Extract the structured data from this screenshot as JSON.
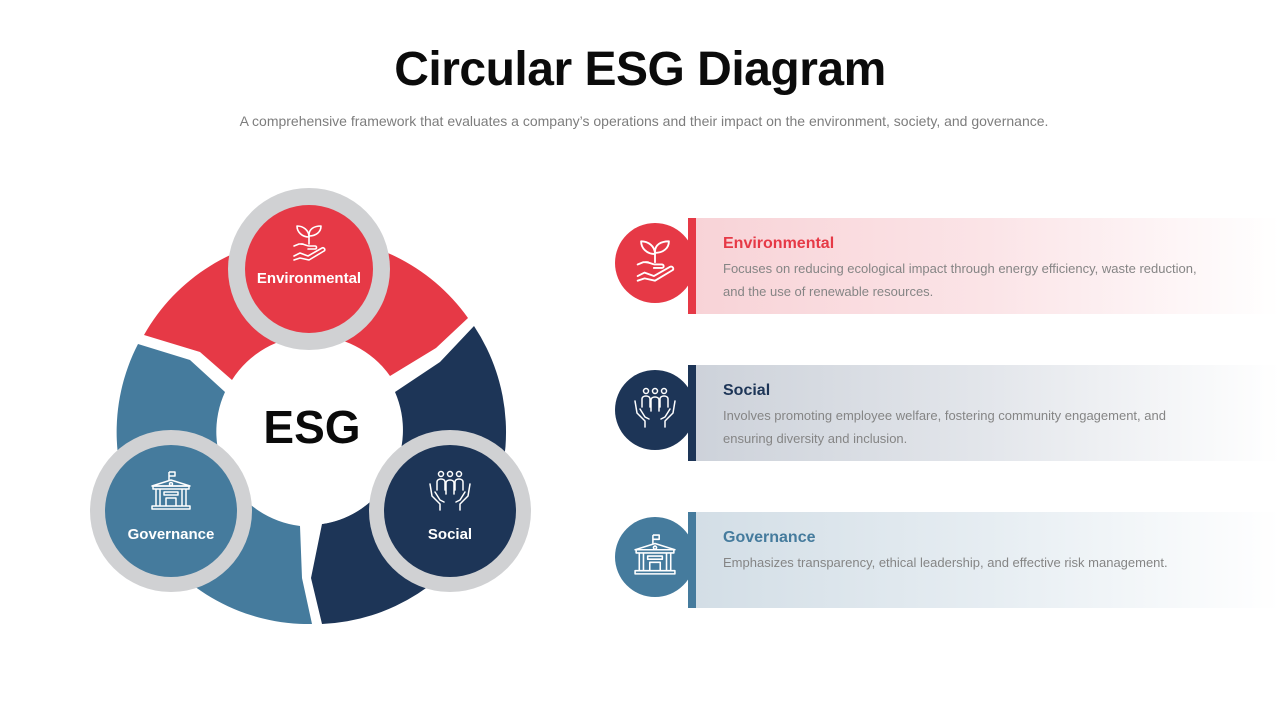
{
  "header": {
    "title": "Circular ESG Diagram",
    "subtitle": "A comprehensive framework that evaluates a company’s operations and their impact on the environment, society, and governance."
  },
  "diagram": {
    "center_label": "ESG",
    "nodes": [
      {
        "label": "Environmental",
        "icon": "plant-in-hand-icon",
        "color": "#E63946"
      },
      {
        "label": "Social",
        "icon": "people-in-hands-icon",
        "color": "#1D3557"
      },
      {
        "label": "Governance",
        "icon": "government-building-icon",
        "color": "#457B9D"
      }
    ],
    "ring_color": "#D0D1D3"
  },
  "cards": [
    {
      "title": "Environmental",
      "description": "Focuses on reducing ecological impact through energy efficiency, waste reduction, and the use of renewable resources.",
      "icon": "plant-in-hand-icon",
      "color": "#E63946",
      "tint": "#F8D3D7"
    },
    {
      "title": "Social",
      "description": "Involves promoting employee welfare, fostering community engagement, and ensuring diversity and inclusion.",
      "icon": "people-in-hands-icon",
      "color": "#1D3557",
      "tint": "#CDD2DA"
    },
    {
      "title": "Governance",
      "description": "Emphasizes transparency, ethical leadership, and effective risk management.",
      "icon": "government-building-icon",
      "color": "#457B9D",
      "tint": "#D3DEE6"
    }
  ]
}
